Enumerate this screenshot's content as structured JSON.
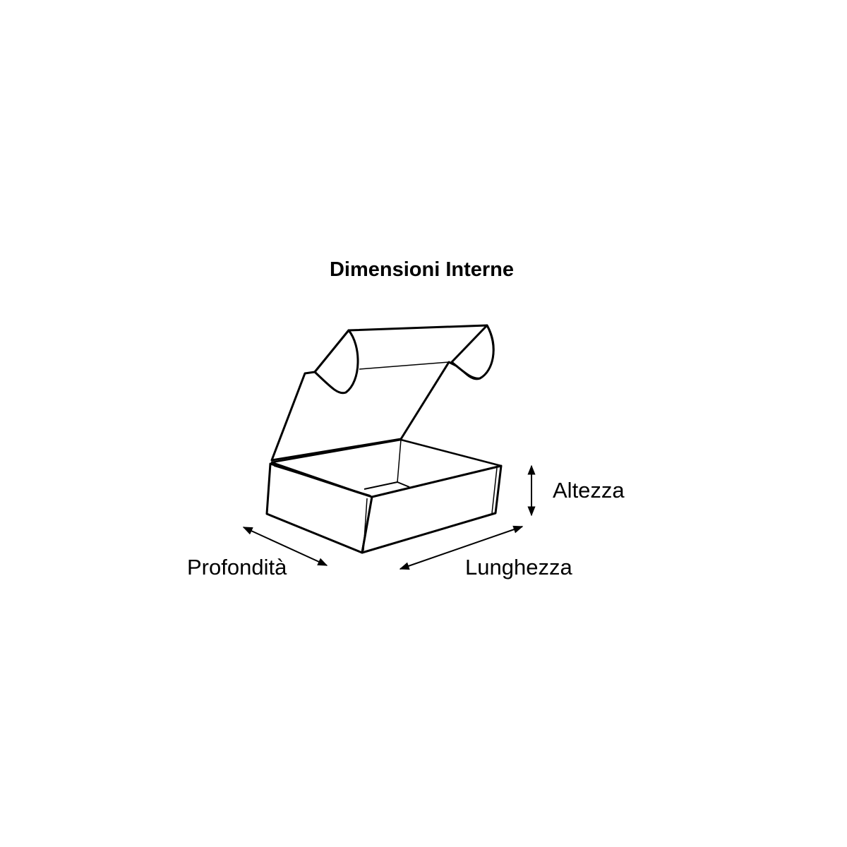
{
  "title": "Dimensioni Interne",
  "labels": {
    "height": "Altezza",
    "depth": "Profondità",
    "length": "Lunghezza"
  },
  "colors": {
    "stroke": "#000000",
    "fill": "#ffffff"
  }
}
